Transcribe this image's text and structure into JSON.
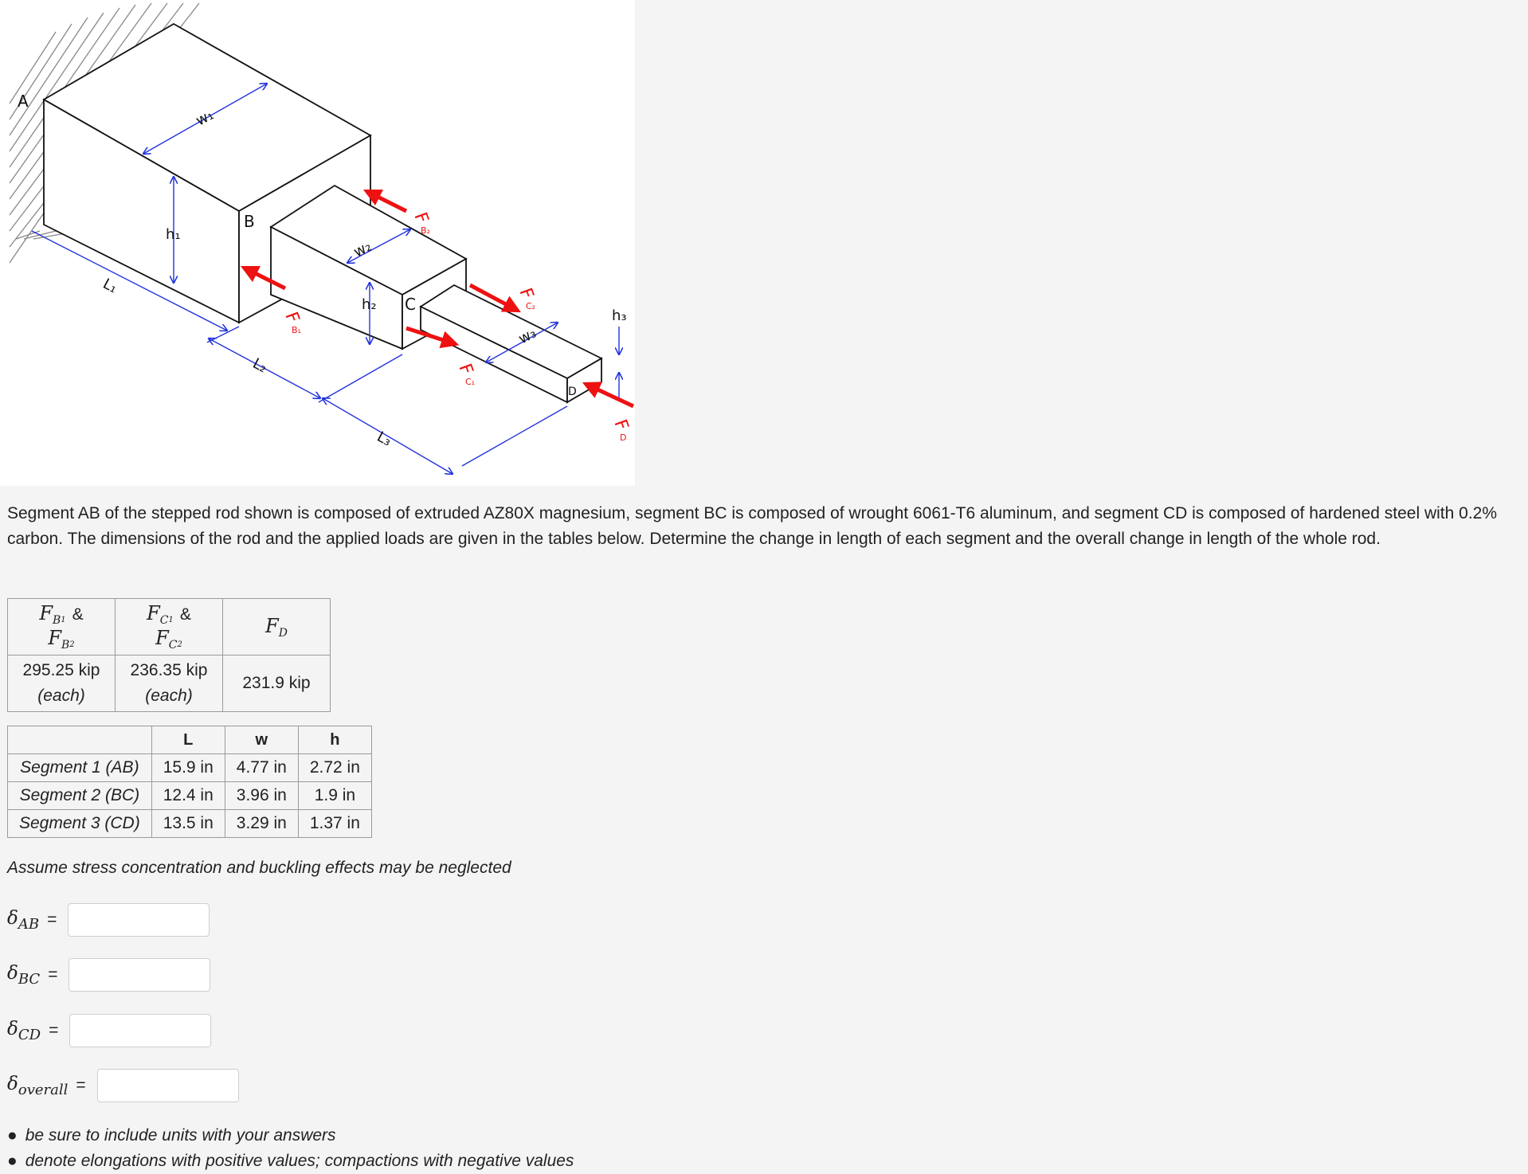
{
  "figure": {
    "labels": {
      "A": "A",
      "B": "B",
      "C": "C",
      "D": "D",
      "w1": "w₁",
      "w2": "w₂",
      "w3": "w₃",
      "h1": "h₁",
      "h2": "h₂",
      "h3": "h₃",
      "L1": "L₁",
      "L2": "L₂",
      "L3": "L₃",
      "FB1": "F",
      "FB1_sub": "B₁",
      "FB2": "F",
      "FB2_sub": "B₂",
      "FC1": "F",
      "FC1_sub": "C₁",
      "FC2": "F",
      "FC2_sub": "C₂",
      "FD": "F",
      "FD_sub": "D"
    },
    "colors": {
      "force": "#ee1111",
      "dimension": "#2233dd",
      "outline": "#111111",
      "hatch": "#888888"
    }
  },
  "problem_text": "Segment AB of the stepped rod shown is composed of extruded AZ80X magnesium, segment BC is composed of wrought 6061-T6 aluminum, and segment CD is composed of hardened steel with 0.2% carbon. The dimensions of the rod and the applied loads are given in the tables below. Determine the change in length of each segment and the overall change in length of the whole rod.",
  "loads_table": {
    "headers": [
      {
        "sym1": "F",
        "sub1": "B",
        "ssub1": "1",
        "amp": "&",
        "sym2": "F",
        "sub2": "B",
        "ssub2": "2"
      },
      {
        "sym1": "F",
        "sub1": "C",
        "ssub1": "1",
        "amp": "&",
        "sym2": "F",
        "sub2": "C",
        "ssub2": "2"
      },
      {
        "sym1": "F",
        "sub1": "D"
      }
    ],
    "values": [
      {
        "value": "295.25 kip",
        "note": "(each)"
      },
      {
        "value": "236.35 kip",
        "note": "(each)"
      },
      {
        "value": "231.9 kip",
        "note": ""
      }
    ]
  },
  "dims_table": {
    "headers": [
      "",
      "L",
      "w",
      "h"
    ],
    "rows": [
      {
        "name": "Segment 1 (AB)",
        "L": "15.9 in",
        "w": "4.77 in",
        "h": "2.72 in"
      },
      {
        "name": "Segment 2 (BC)",
        "L": "12.4 in",
        "w": "3.96 in",
        "h": "1.9 in"
      },
      {
        "name": "Segment 3 (CD)",
        "L": "13.5 in",
        "w": "3.29 in",
        "h": "1.37 in"
      }
    ]
  },
  "note": "Assume stress concentration and buckling effects may be neglected",
  "answers": [
    {
      "symbol": "δ",
      "sub": "AB",
      "eq": "=",
      "value": ""
    },
    {
      "symbol": "δ",
      "sub": "BC",
      "eq": "=",
      "value": ""
    },
    {
      "symbol": "δ",
      "sub": "CD",
      "eq": "=",
      "value": ""
    },
    {
      "symbol": "δ",
      "sub": "overall",
      "eq": "=",
      "value": ""
    }
  ],
  "bullets": [
    "be sure to include units with your answers",
    "denote elongations with positive values; compactions with negative values"
  ],
  "bullet_glyph": "●"
}
